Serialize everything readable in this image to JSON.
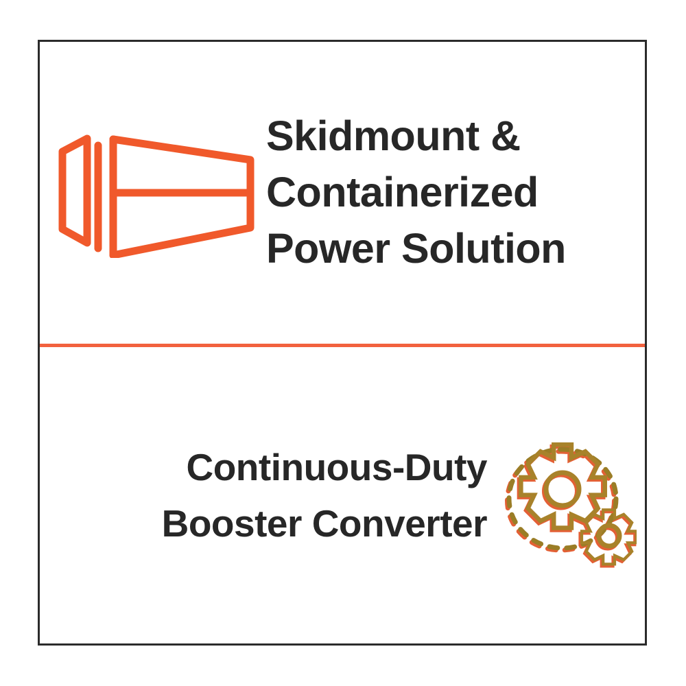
{
  "card": {
    "border_color": "#2b2b2b",
    "background": "#ffffff"
  },
  "divider": {
    "color": "#f2613e"
  },
  "top_panel": {
    "icon": {
      "name": "shipping-container-icon",
      "color": "#f0592b"
    },
    "heading": {
      "full_text": "Skidmount & Containerized Power Solution",
      "lines": [
        "Skidmount &",
        "Containerized",
        "Power Solution"
      ],
      "color": "#272727"
    }
  },
  "bottom_panel": {
    "heading": {
      "full_text": "Continuous-Duty Booster Converter",
      "lines": [
        "Continuous-Duty",
        "Booster Converter"
      ],
      "color": "#272727"
    },
    "icon": {
      "name": "gears-icon",
      "primary_color": "#a8822a",
      "fringe_color": "#e2582b",
      "dashed_path_color": "#9a7d26"
    }
  }
}
